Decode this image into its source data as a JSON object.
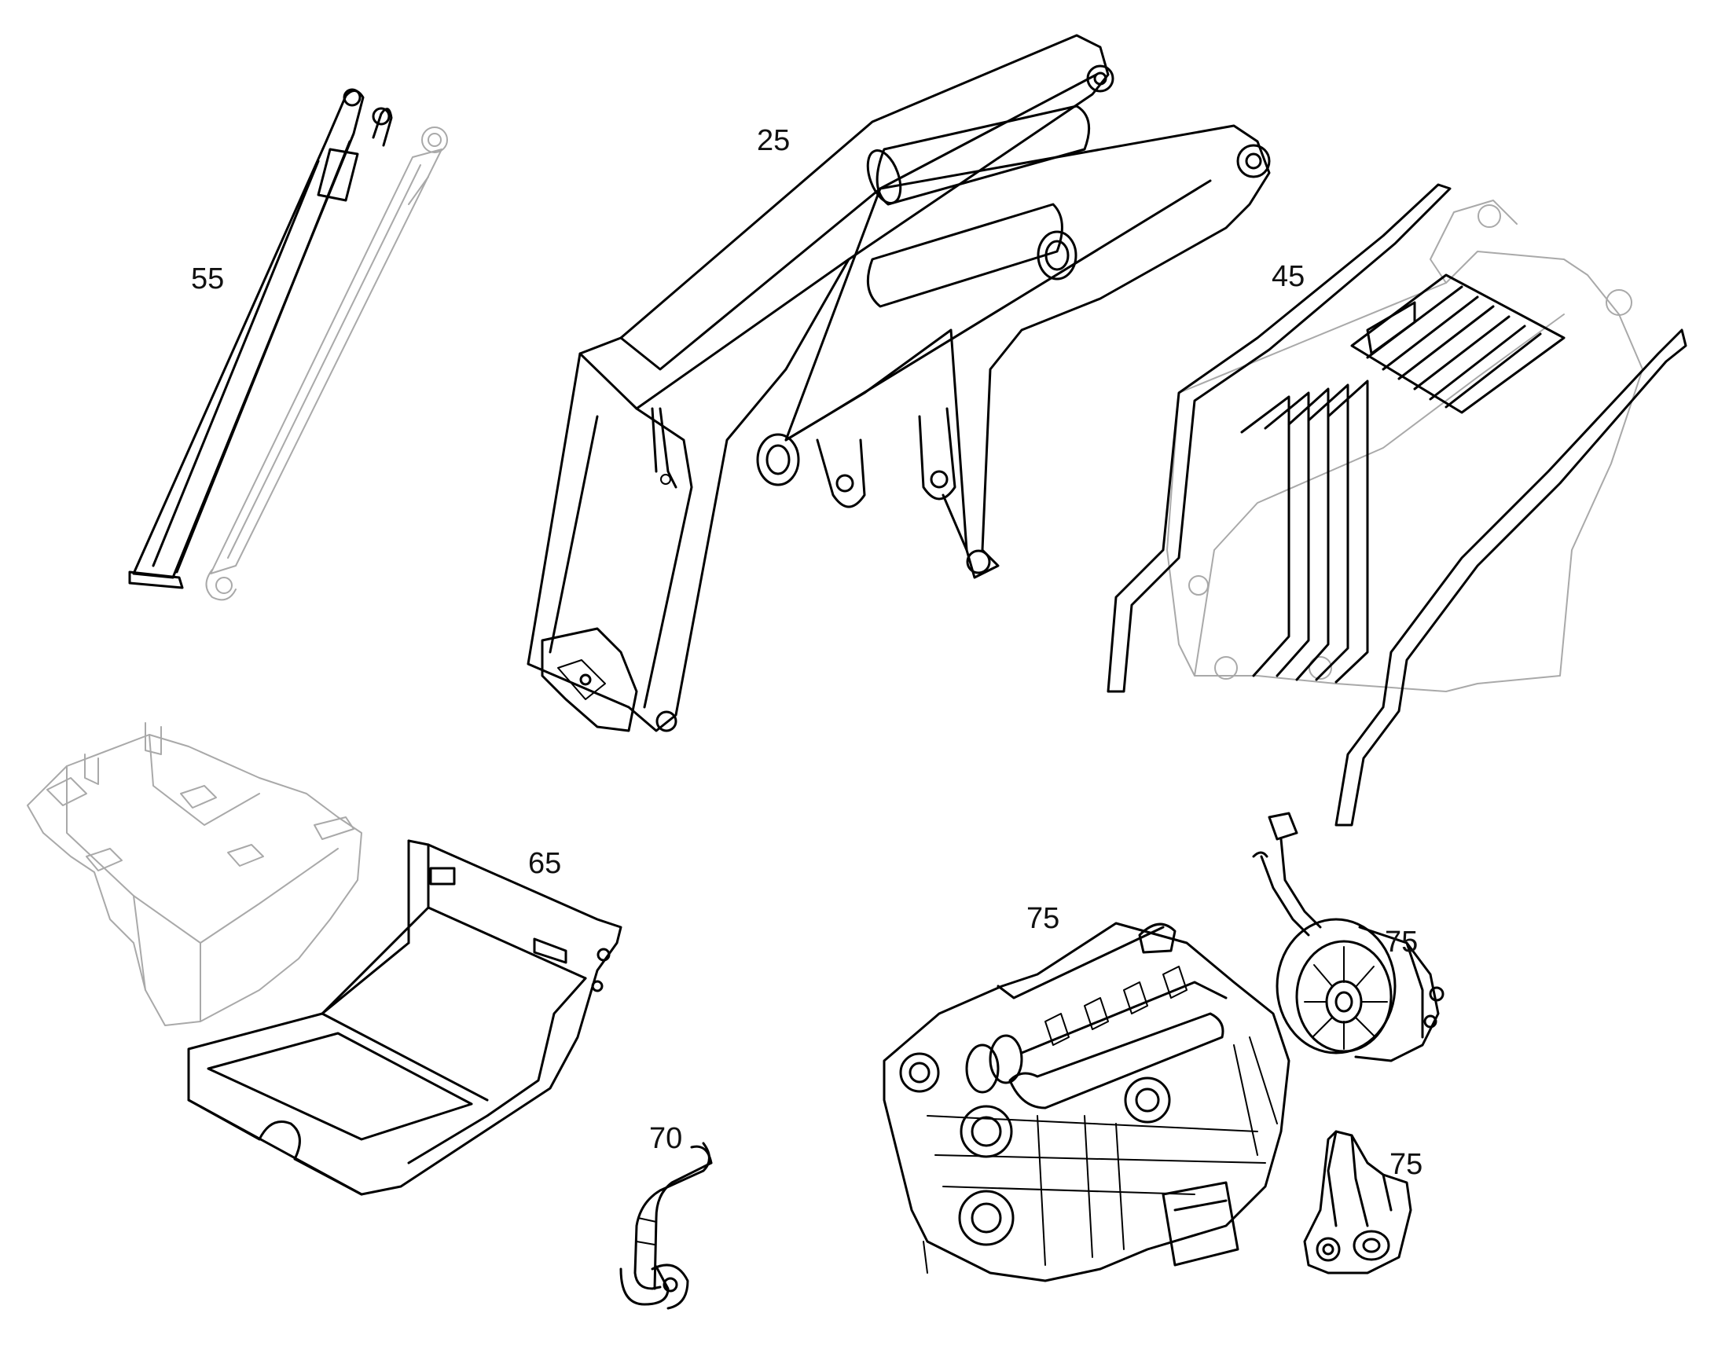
{
  "diagram": {
    "callouts": [
      {
        "id": "c55",
        "label": "55"
      },
      {
        "id": "c25",
        "label": "25"
      },
      {
        "id": "c45",
        "label": "45"
      },
      {
        "id": "c65",
        "label": "65"
      },
      {
        "id": "c70",
        "label": "70"
      },
      {
        "id": "c75a",
        "label": "75"
      },
      {
        "id": "c75b",
        "label": "75"
      },
      {
        "id": "c75c",
        "label": "75"
      }
    ]
  }
}
